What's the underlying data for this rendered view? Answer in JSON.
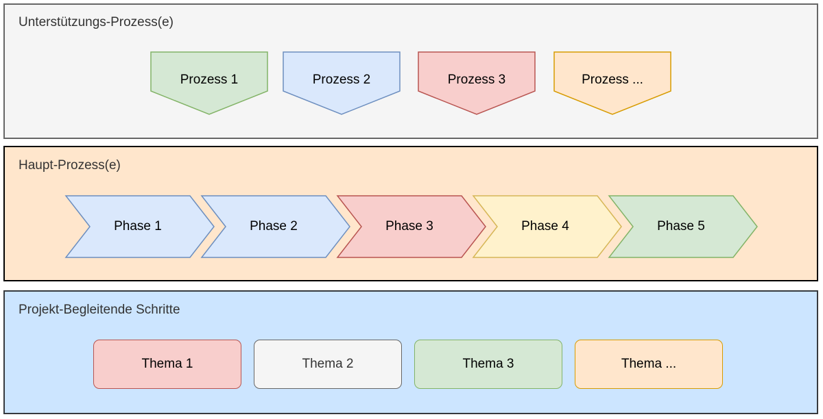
{
  "lanes": {
    "support": {
      "title": "Unterstützungs-Prozess(e)",
      "bg": "#f5f5f5",
      "border": "#666666"
    },
    "main": {
      "title": "Haupt-Prozess(e)",
      "bg": "#ffe6cc",
      "border": "#000000"
    },
    "project": {
      "title": "Projekt-Begleitende Schritte",
      "bg": "#cce5ff",
      "border": "#36393d"
    }
  },
  "processes": [
    {
      "label": "Prozess 1",
      "fill": "#d5e8d4",
      "stroke": "#82b366"
    },
    {
      "label": "Prozess 2",
      "fill": "#dae8fc",
      "stroke": "#6c8ebf"
    },
    {
      "label": "Prozess 3",
      "fill": "#f8cecc",
      "stroke": "#b85450"
    },
    {
      "label": "Prozess ...",
      "fill": "#ffe6cc",
      "stroke": "#d79b00"
    }
  ],
  "phases": [
    {
      "label": "Phase 1",
      "fill": "#dae8fc",
      "stroke": "#6c8ebf"
    },
    {
      "label": "Phase 2",
      "fill": "#dae8fc",
      "stroke": "#6c8ebf"
    },
    {
      "label": "Phase 3",
      "fill": "#f8cecc",
      "stroke": "#b85450"
    },
    {
      "label": "Phase 4",
      "fill": "#fff2cc",
      "stroke": "#d6b656"
    },
    {
      "label": "Phase 5",
      "fill": "#d5e8d4",
      "stroke": "#82b366"
    }
  ],
  "topics": [
    {
      "label": "Thema 1",
      "fill": "#f8cecc",
      "stroke": "#b85450",
      "text_color": "#000000"
    },
    {
      "label": "Thema 2",
      "fill": "#f5f5f5",
      "stroke": "#666666",
      "text_color": "#333333"
    },
    {
      "label": "Thema 3",
      "fill": "#d5e8d4",
      "stroke": "#82b366",
      "text_color": "#000000"
    },
    {
      "label": "Thema ...",
      "fill": "#ffe6cc",
      "stroke": "#d79b00",
      "text_color": "#000000"
    }
  ]
}
